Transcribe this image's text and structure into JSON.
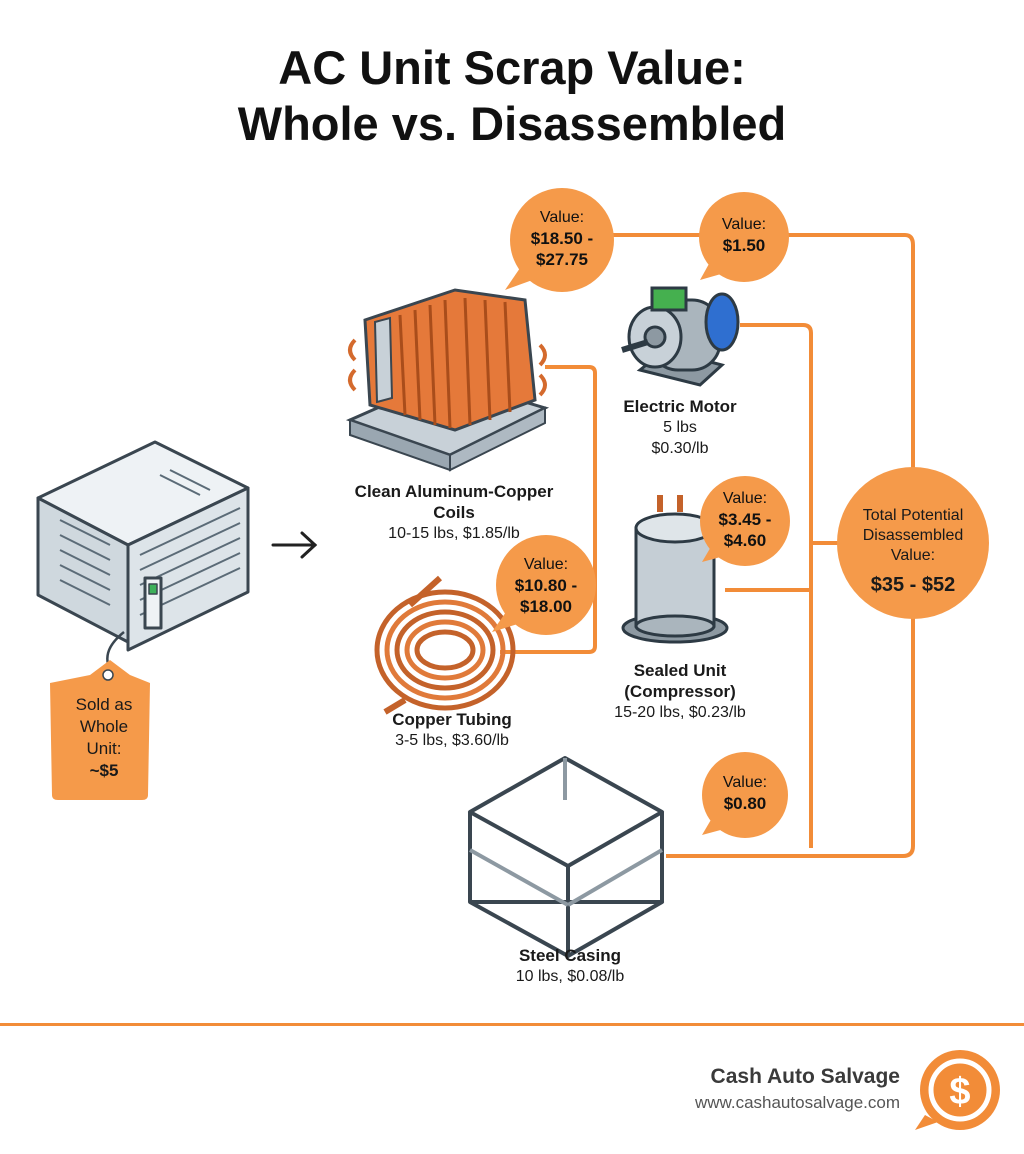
{
  "title": {
    "line1": "AC Unit Scrap Value:",
    "line2": "Whole vs. Disassembled"
  },
  "whole_unit": {
    "tag_line1": "Sold as",
    "tag_line2": "Whole",
    "tag_line3": "Unit:",
    "tag_value": "~$5"
  },
  "components": {
    "coils": {
      "name_line1": "Clean Aluminum-Copper",
      "name_line2": "Coils",
      "spec": "10-15 lbs, $1.85/lb",
      "value_label": "Value:",
      "value_line1": "$18.50 -",
      "value_line2": "$27.75"
    },
    "motor": {
      "name": "Electric Motor",
      "spec_line1": "5 lbs",
      "spec_line2": "$0.30/lb",
      "value_label": "Value:",
      "value": "$1.50"
    },
    "tubing": {
      "name": "Copper Tubing",
      "spec": "3-5 lbs, $3.60/lb",
      "value_label": "Value:",
      "value_line1": "$10.80 -",
      "value_line2": "$18.00"
    },
    "compressor": {
      "name_line1": "Sealed Unit",
      "name_line2": "(Compressor)",
      "spec": "15-20 lbs, $0.23/lb",
      "value_label": "Value:",
      "value_line1": "$3.45 -",
      "value_line2": "$4.60"
    },
    "casing": {
      "name": "Steel Casing",
      "spec": "10 lbs, $0.08/lb",
      "value_label": "Value:",
      "value": "$0.80"
    }
  },
  "total": {
    "line1": "Total Potential",
    "line2": "Disassembled",
    "line3": "Value:",
    "value": "$35 - $52"
  },
  "footer": {
    "brand": "Cash Auto Salvage",
    "url": "www.cashautosalvage.com"
  },
  "colors": {
    "accent": "#f28c38",
    "copper": "#e07a3a",
    "steel": "#b8c3cc",
    "dark": "#1a1a1a"
  }
}
